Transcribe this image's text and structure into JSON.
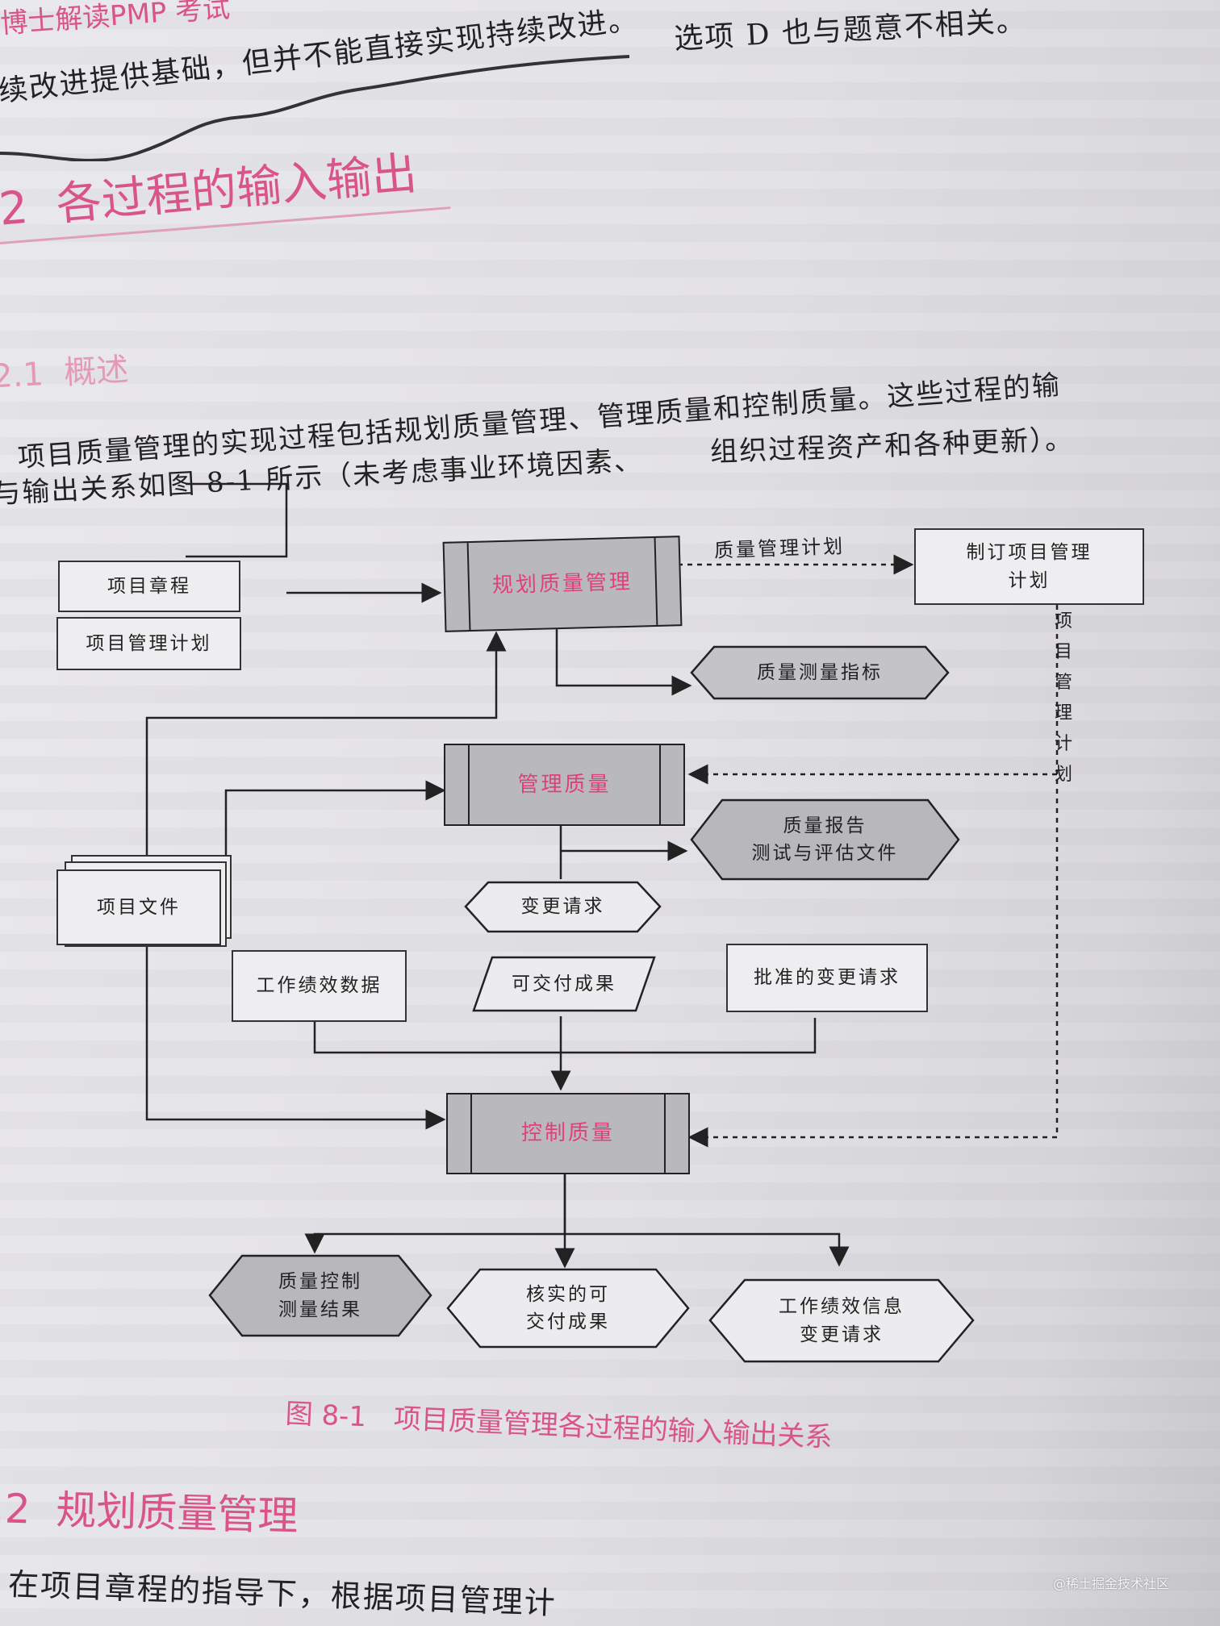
{
  "page_header": "博士解读PMP 考试",
  "intro": {
    "line1_end": "选项 D 也与题意不相关。",
    "line2": "续改进提供基础，但并不能直接实现持续改进。"
  },
  "section": {
    "number": "2",
    "title": "各过程的输入输出"
  },
  "subsection": {
    "number": "2.1",
    "title": "概述"
  },
  "paragraph": {
    "line1": "项目质量管理的实现过程包括规划质量管理、管理质量和控制质量。这些过程的输",
    "line2a": "与输出关系如图 8-1 所示（未考虑事业环境因素、",
    "line2b": "组织过程资产和各种更新）。"
  },
  "diagram": {
    "inputs": {
      "charter": "项目章程",
      "pm_plan": "项目管理计划",
      "project_docs": "项目文件"
    },
    "processes": {
      "plan": "规划质量管理",
      "manage": "管理质量",
      "control": "控制质量"
    },
    "develop_plan": "制订项目管理计划",
    "edge_labels": {
      "qm_plan": "质量管理计划",
      "pm_plan_vertical": "项目管理计划"
    },
    "outputs": {
      "metrics": "质量测量指标",
      "reports": "质量报告\n测试与评估文件",
      "change_requests": "变更请求",
      "work_perf_data": "工作绩效数据",
      "deliverables": "可交付成果",
      "approved_cr": "批准的变更请求",
      "qc_results": "质量控制测量结果",
      "verified_deliverables": "核实的可交付成果",
      "wpi_cr": "工作绩效信息\n变更请求"
    },
    "caption": "图 8-1　项目质量管理各过程的输入输出关系"
  },
  "next_section": {
    "number": ".2",
    "title": "规划质量管理"
  },
  "next_paragraph": "在项目章程的指导下，根据项目管理计",
  "watermark": "@稀土掘金技术社区"
}
